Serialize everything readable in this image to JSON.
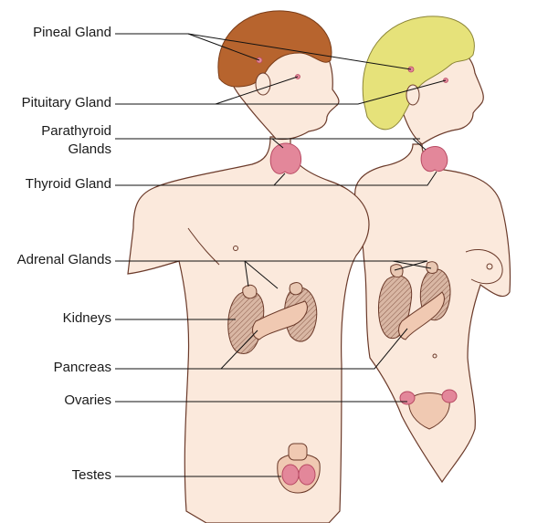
{
  "labels": {
    "pineal": "Pineal Gland",
    "pituitary": "Pituitary Gland",
    "parathyroid_l1": "Parathyroid",
    "parathyroid_l2": "Glands",
    "thyroid": "Thyroid Gland",
    "adrenal": "Adrenal Glands",
    "kidneys": "Kidneys",
    "pancreas": "Pancreas",
    "ovaries": "Ovaries",
    "testes": "Testes"
  },
  "colors": {
    "skin": "#fbe9dc",
    "skin_shadow": "#e9c8b3",
    "outline": "#6b3a2a",
    "male_hair": "#b7642e",
    "female_hair": "#e6e27a",
    "gland": "#e3879a",
    "gland_dark": "#b84a63",
    "kidney": "#d9b7a4",
    "pancreas": "#f0c9b2",
    "leader": "#111111"
  }
}
